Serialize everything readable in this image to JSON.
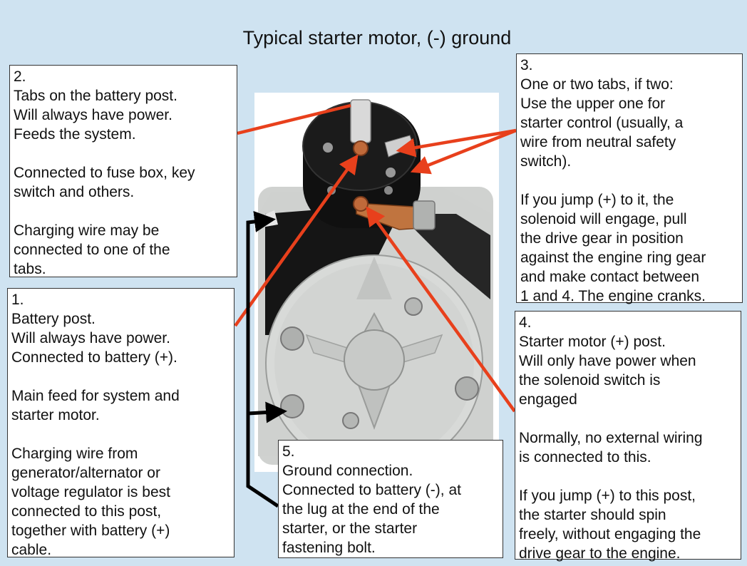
{
  "title": "Typical starter motor, (-) ground",
  "colors": {
    "background": "#cfe3f1",
    "arrow_red": "#e8401c",
    "arrow_black": "#000000",
    "motor_black": "#141414",
    "motor_housing": "#d4d6d4"
  },
  "callouts": {
    "box2": {
      "number": "2.",
      "lines1": [
        "Tabs on the battery post.",
        "Will always have power.",
        "Feeds the system."
      ],
      "lines2": [
        "Connected to fuse box, key",
        "switch and others."
      ],
      "lines3": [
        "Charging wire may be",
        "connected to one of the",
        "tabs."
      ]
    },
    "box1": {
      "number": "1.",
      "lines1": [
        "Battery post.",
        "Will always have power.",
        "Connected to battery (+)."
      ],
      "lines2": [
        "Main feed for system and",
        "starter motor."
      ],
      "lines3": [
        "Charging wire from",
        "generator/alternator or",
        "voltage regulator is best",
        "connected to this post,",
        "together with battery (+)",
        "cable."
      ]
    },
    "box3": {
      "number": "3.",
      "lines1": [
        "One or two tabs, if two:",
        "Use the upper one for",
        "starter control (usually, a",
        "wire from neutral safety",
        "switch)."
      ],
      "lines2": [
        "If you jump (+) to it, the",
        "solenoid will engage, pull",
        "the drive gear in position",
        "against the engine ring gear",
        "and make contact between",
        "1 and 4. The engine cranks."
      ]
    },
    "box4": {
      "number": "4.",
      "lines1": [
        "Starter motor (+) post.",
        "Will only have power when",
        "the solenoid switch is",
        "engaged"
      ],
      "lines2": [
        "Normally, no external wiring",
        "is connected to this."
      ],
      "lines3": [
        "If you jump (+) to this post,",
        "the starter should spin",
        "freely, without engaging the",
        "drive gear to the engine."
      ]
    },
    "box5": {
      "number": "5.",
      "lines1": [
        "Ground connection.",
        "Connected to battery (-), at",
        "the lug at the end of the",
        "starter, or the starter",
        "fastening bolt."
      ]
    }
  }
}
